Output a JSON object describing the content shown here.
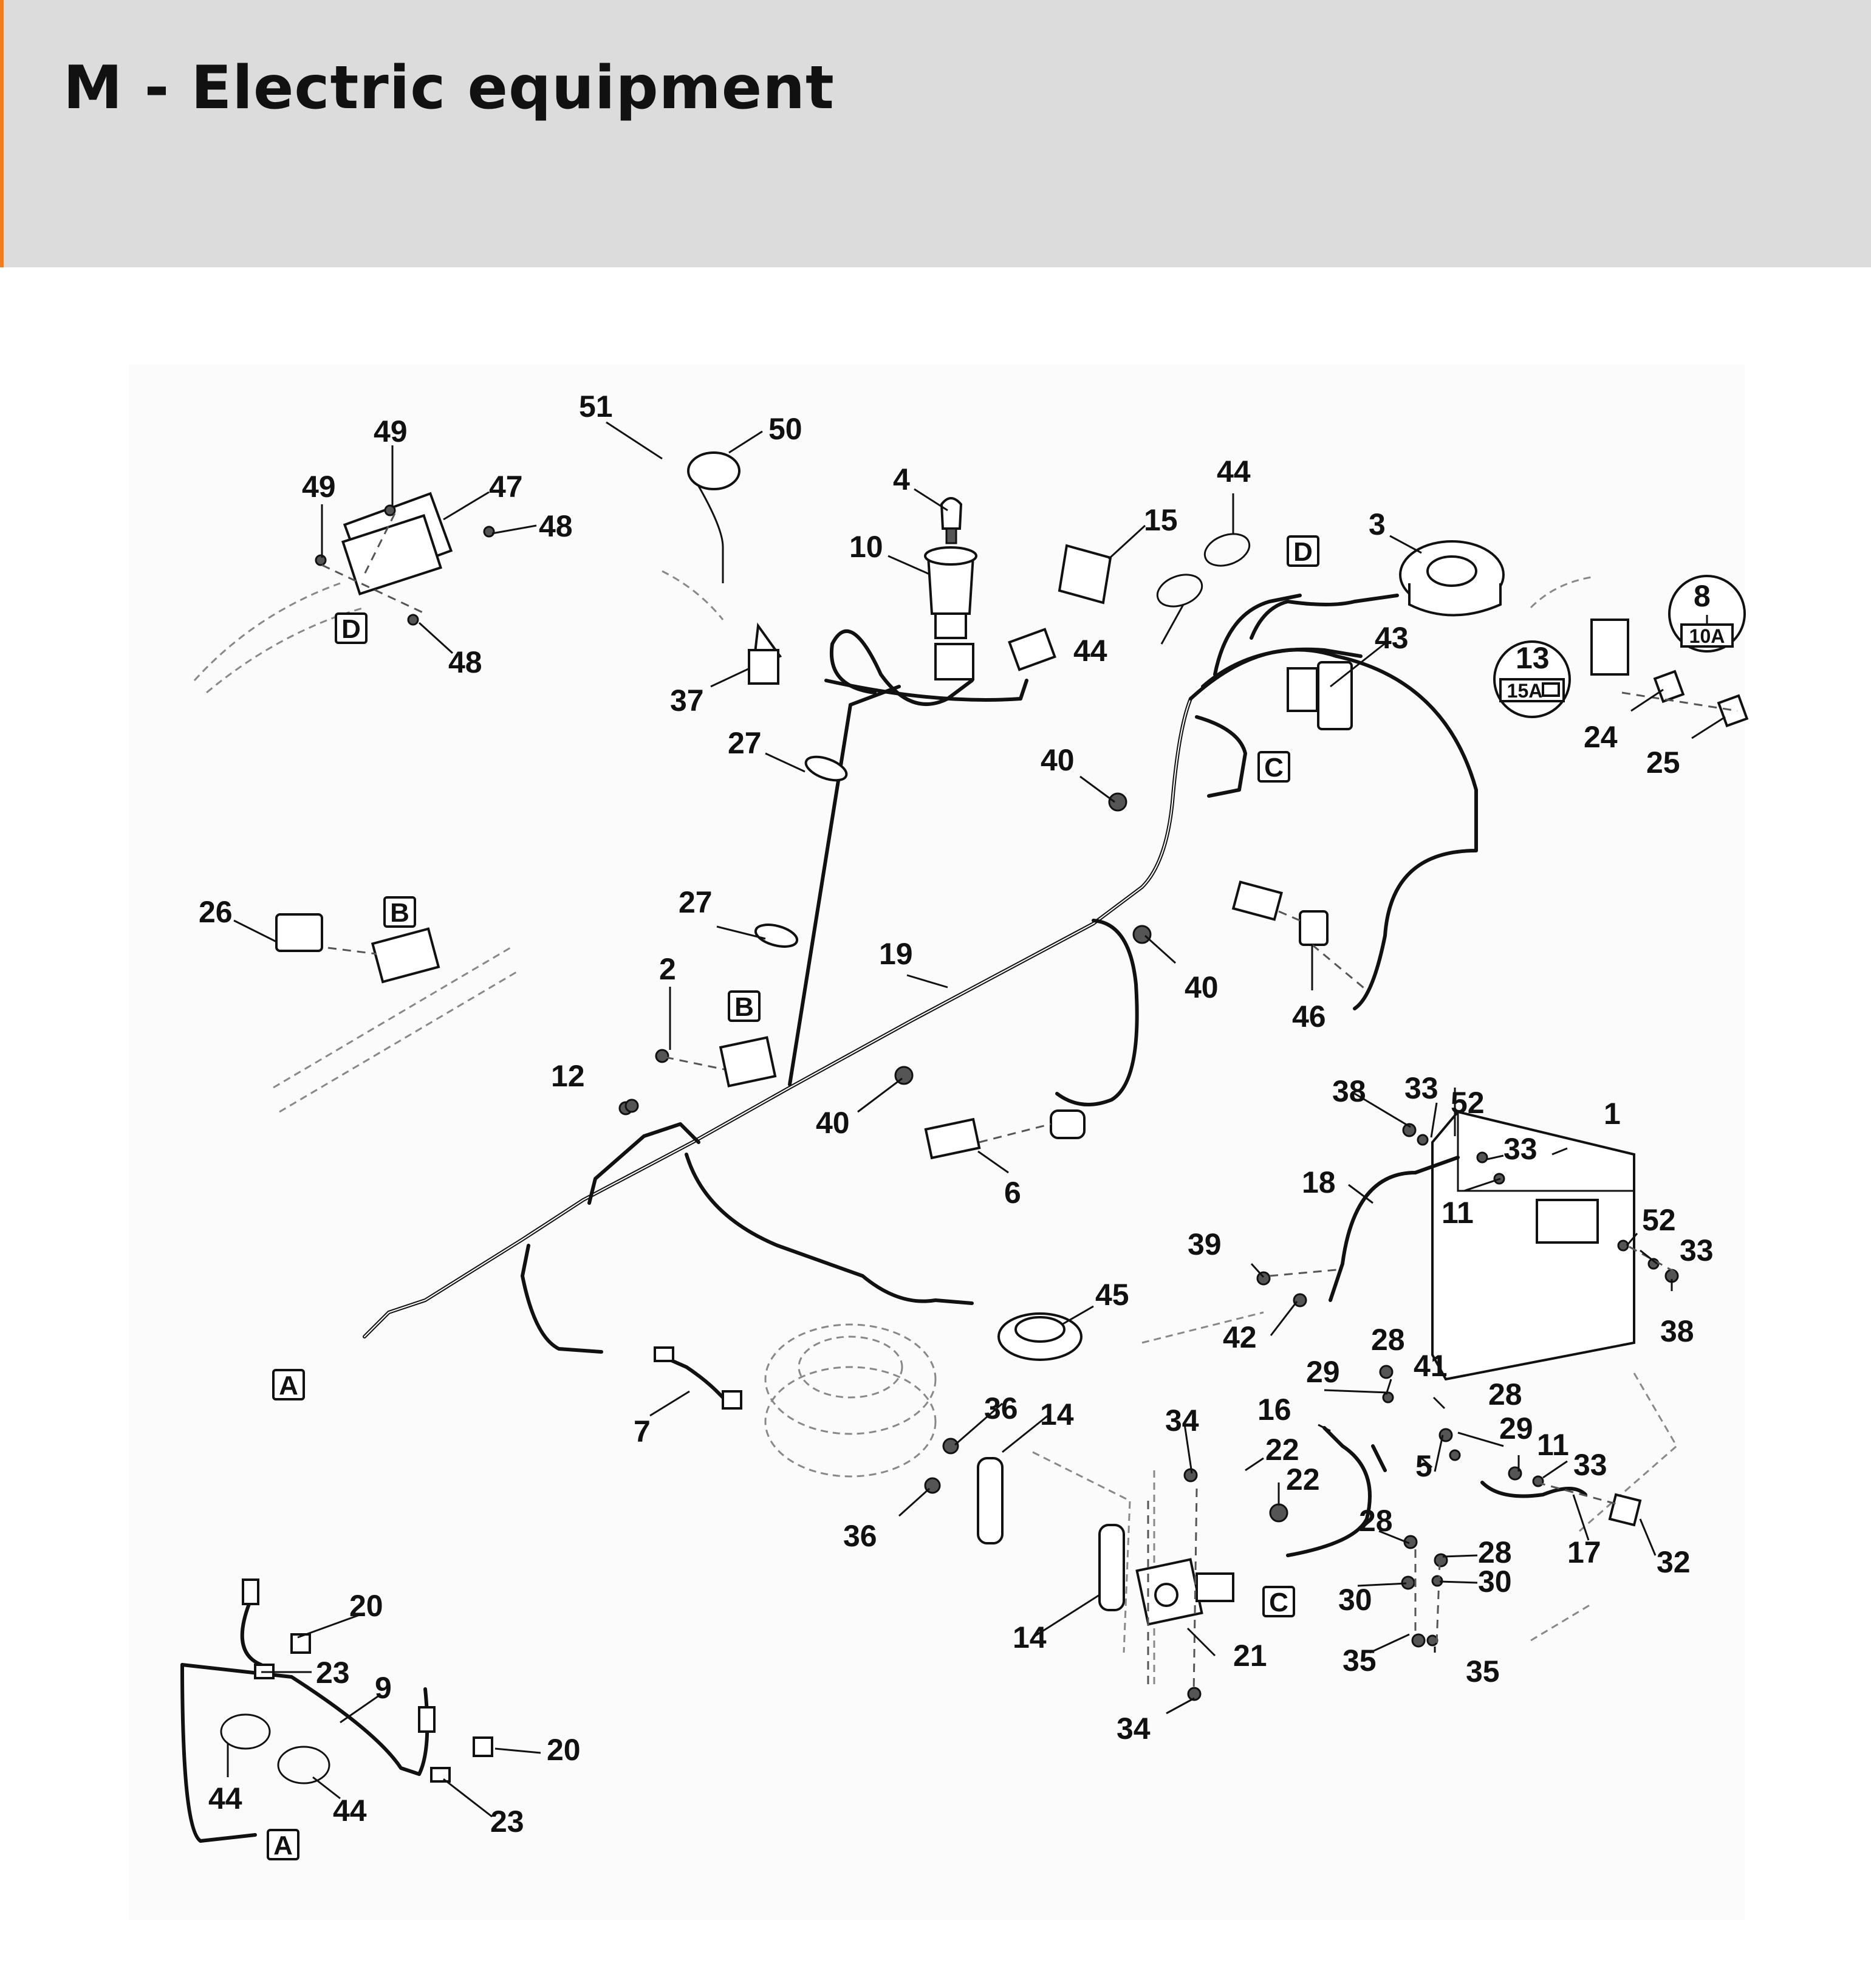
{
  "page": {
    "title": "M - Electric equipment",
    "accent_color": "#f07d1e",
    "header_background": "#dcdcdc"
  },
  "diagram": {
    "refs": {
      "A": "A",
      "B": "B",
      "C": "C",
      "D": "D"
    },
    "fuses": {
      "f10": "10A",
      "f15": "15A"
    },
    "callouts": {
      "p1": "1",
      "p2": "2",
      "p3": "3",
      "p4": "4",
      "p5": "5",
      "p6": "6",
      "p7": "7",
      "p8": "8",
      "p9": "9",
      "p10": "10",
      "p11": "11",
      "p12": "12",
      "p13": "13",
      "p14": "14",
      "p15": "15",
      "p16": "16",
      "p17": "17",
      "p18": "18",
      "p19": "19",
      "p20": "20",
      "p21": "21",
      "p22": "22",
      "p23": "23",
      "p24": "24",
      "p25": "25",
      "p26": "26",
      "p27": "27",
      "p28": "28",
      "p29": "29",
      "p30": "30",
      "p32": "32",
      "p33": "33",
      "p34": "34",
      "p35": "35",
      "p36": "36",
      "p37": "37",
      "p38": "38",
      "p39": "39",
      "p40": "40",
      "p41": "41",
      "p42": "42",
      "p43": "43",
      "p44": "44",
      "p45": "45",
      "p46": "46",
      "p47": "47",
      "p48": "48",
      "p49": "49",
      "p50": "50",
      "p51": "51",
      "p52": "52"
    }
  }
}
